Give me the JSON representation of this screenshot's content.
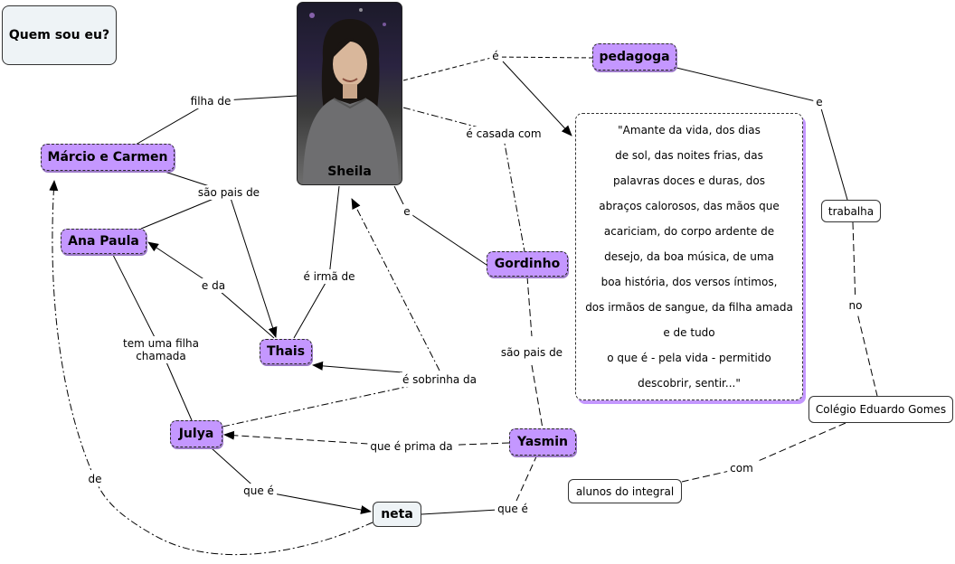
{
  "title": "Quem sou eu?",
  "nodes": {
    "sheila": "Sheila",
    "pedagoga": "pedagoga",
    "marcio_carmen": "Márcio e Carmen",
    "ana_paula": "Ana Paula",
    "thais": "Thais",
    "julya": "Julya",
    "gordinho": "Gordinho",
    "yasmin": "Yasmin",
    "neta": "neta",
    "trabalha": "trabalha",
    "colegio": "Colégio Eduardo Gomes",
    "alunos": "alunos do integral"
  },
  "links": {
    "filha_de": "filha de",
    "e_top": "é",
    "e_casada_com": "é casada com",
    "e_pedagoga": "e",
    "e_gordinho": "e",
    "sao_pais_de_1": "são pais de",
    "e_da": "e da",
    "e_irma_de": "é irmã de",
    "tem_uma_filha_l1": "tem uma filha",
    "tem_uma_filha_l2": "chamada",
    "e_sobrinha_da": "é sobrinha da",
    "sao_pais_de_2": "são pais de",
    "que_e_prima_da": "que é prima da",
    "que_e_1": "que é",
    "que_e_2": "que é",
    "de": "de",
    "no": "no",
    "com": "com"
  },
  "quote": [
    "\"Amante da vida, dos dias",
    "de sol, das noites frias, das",
    "palavras doces e duras, dos",
    "abraços calorosos, das mãos que",
    "acariciam, do corpo ardente de",
    "desejo, da boa música, de uma",
    "boa história, dos versos íntimos,",
    "dos irmãos de sangue, da filha amada",
    "e de tudo",
    "o que é - pela vida - permitido",
    "descobrir, sentir...\""
  ],
  "colors": {
    "concept": "#c497ff",
    "light": "#eef3f6",
    "line": "#000000"
  }
}
